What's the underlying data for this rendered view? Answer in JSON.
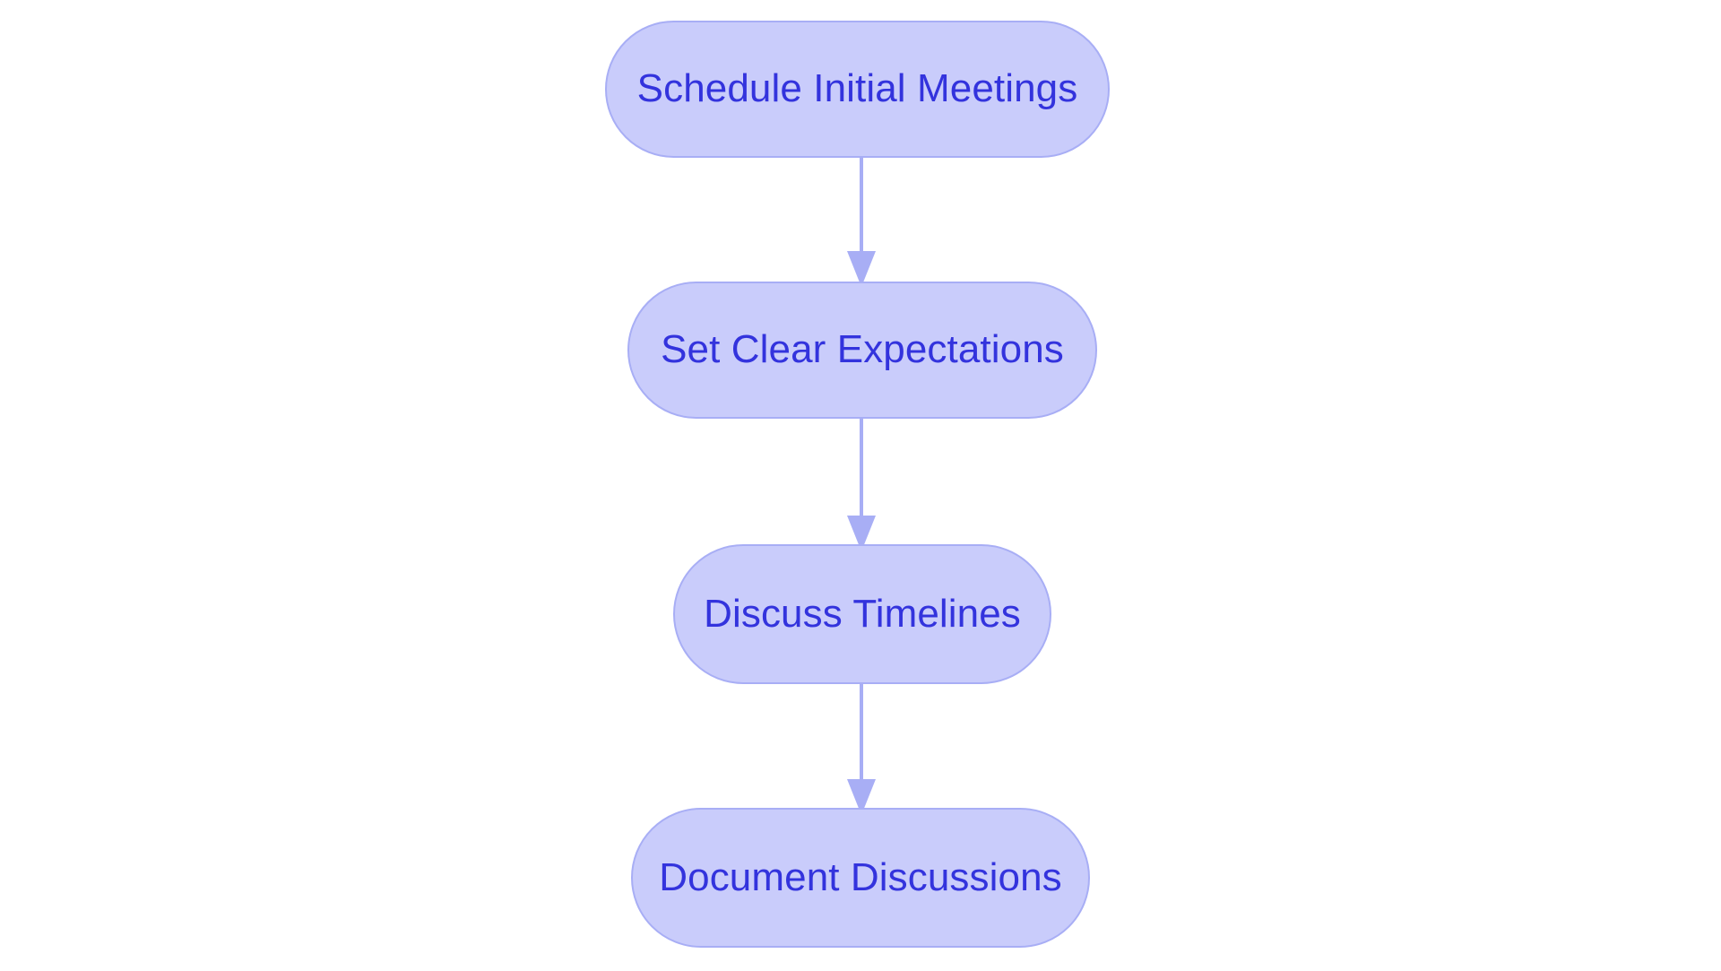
{
  "diagram": {
    "type": "flowchart",
    "orientation": "top-to-bottom",
    "background_color": "#ffffff",
    "node_fill_color": "#c9ccfb",
    "node_border_color": "#a8aef5",
    "node_text_color": "#3333dd",
    "edge_color": "#a8aef5",
    "node_shape": "stadium",
    "nodes": [
      {
        "id": "n0",
        "label": "Schedule Initial Meetings"
      },
      {
        "id": "n1",
        "label": "Set Clear Expectations"
      },
      {
        "id": "n2",
        "label": "Discuss Timelines"
      },
      {
        "id": "n3",
        "label": "Document Discussions"
      }
    ],
    "edges": [
      {
        "from": "n0",
        "to": "n1",
        "label": "",
        "arrow": "arrow-down-icon"
      },
      {
        "from": "n1",
        "to": "n2",
        "label": "",
        "arrow": "arrow-down-icon"
      },
      {
        "from": "n2",
        "to": "n3",
        "label": "",
        "arrow": "arrow-down-icon"
      }
    ]
  }
}
